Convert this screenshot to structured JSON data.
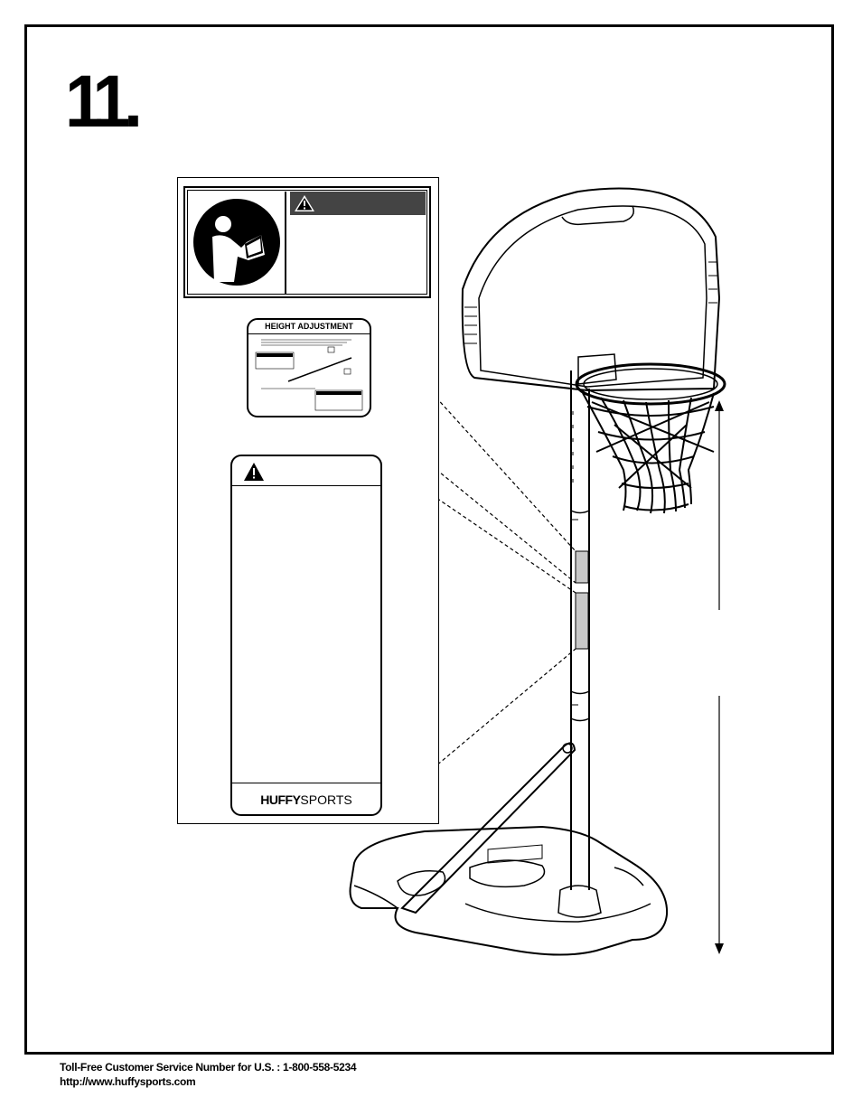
{
  "step_number": "11.",
  "height_label": {
    "title": "HEIGHT ADJUSTMENT"
  },
  "warning_label": {
    "brand_strong": "HUFFY",
    "brand_light": "SPORTS"
  },
  "footer": {
    "phone_line": "Toll-Free Customer Service Number for U.S. : 1-800-558-5234",
    "website": "http://www.huffysports.com"
  },
  "icons": [
    "read-manual-icon",
    "warning-triangle-icon"
  ],
  "colors": {
    "ink": "#000000",
    "label_highlight": "#c8c8c8",
    "warning_header": "#444444"
  }
}
